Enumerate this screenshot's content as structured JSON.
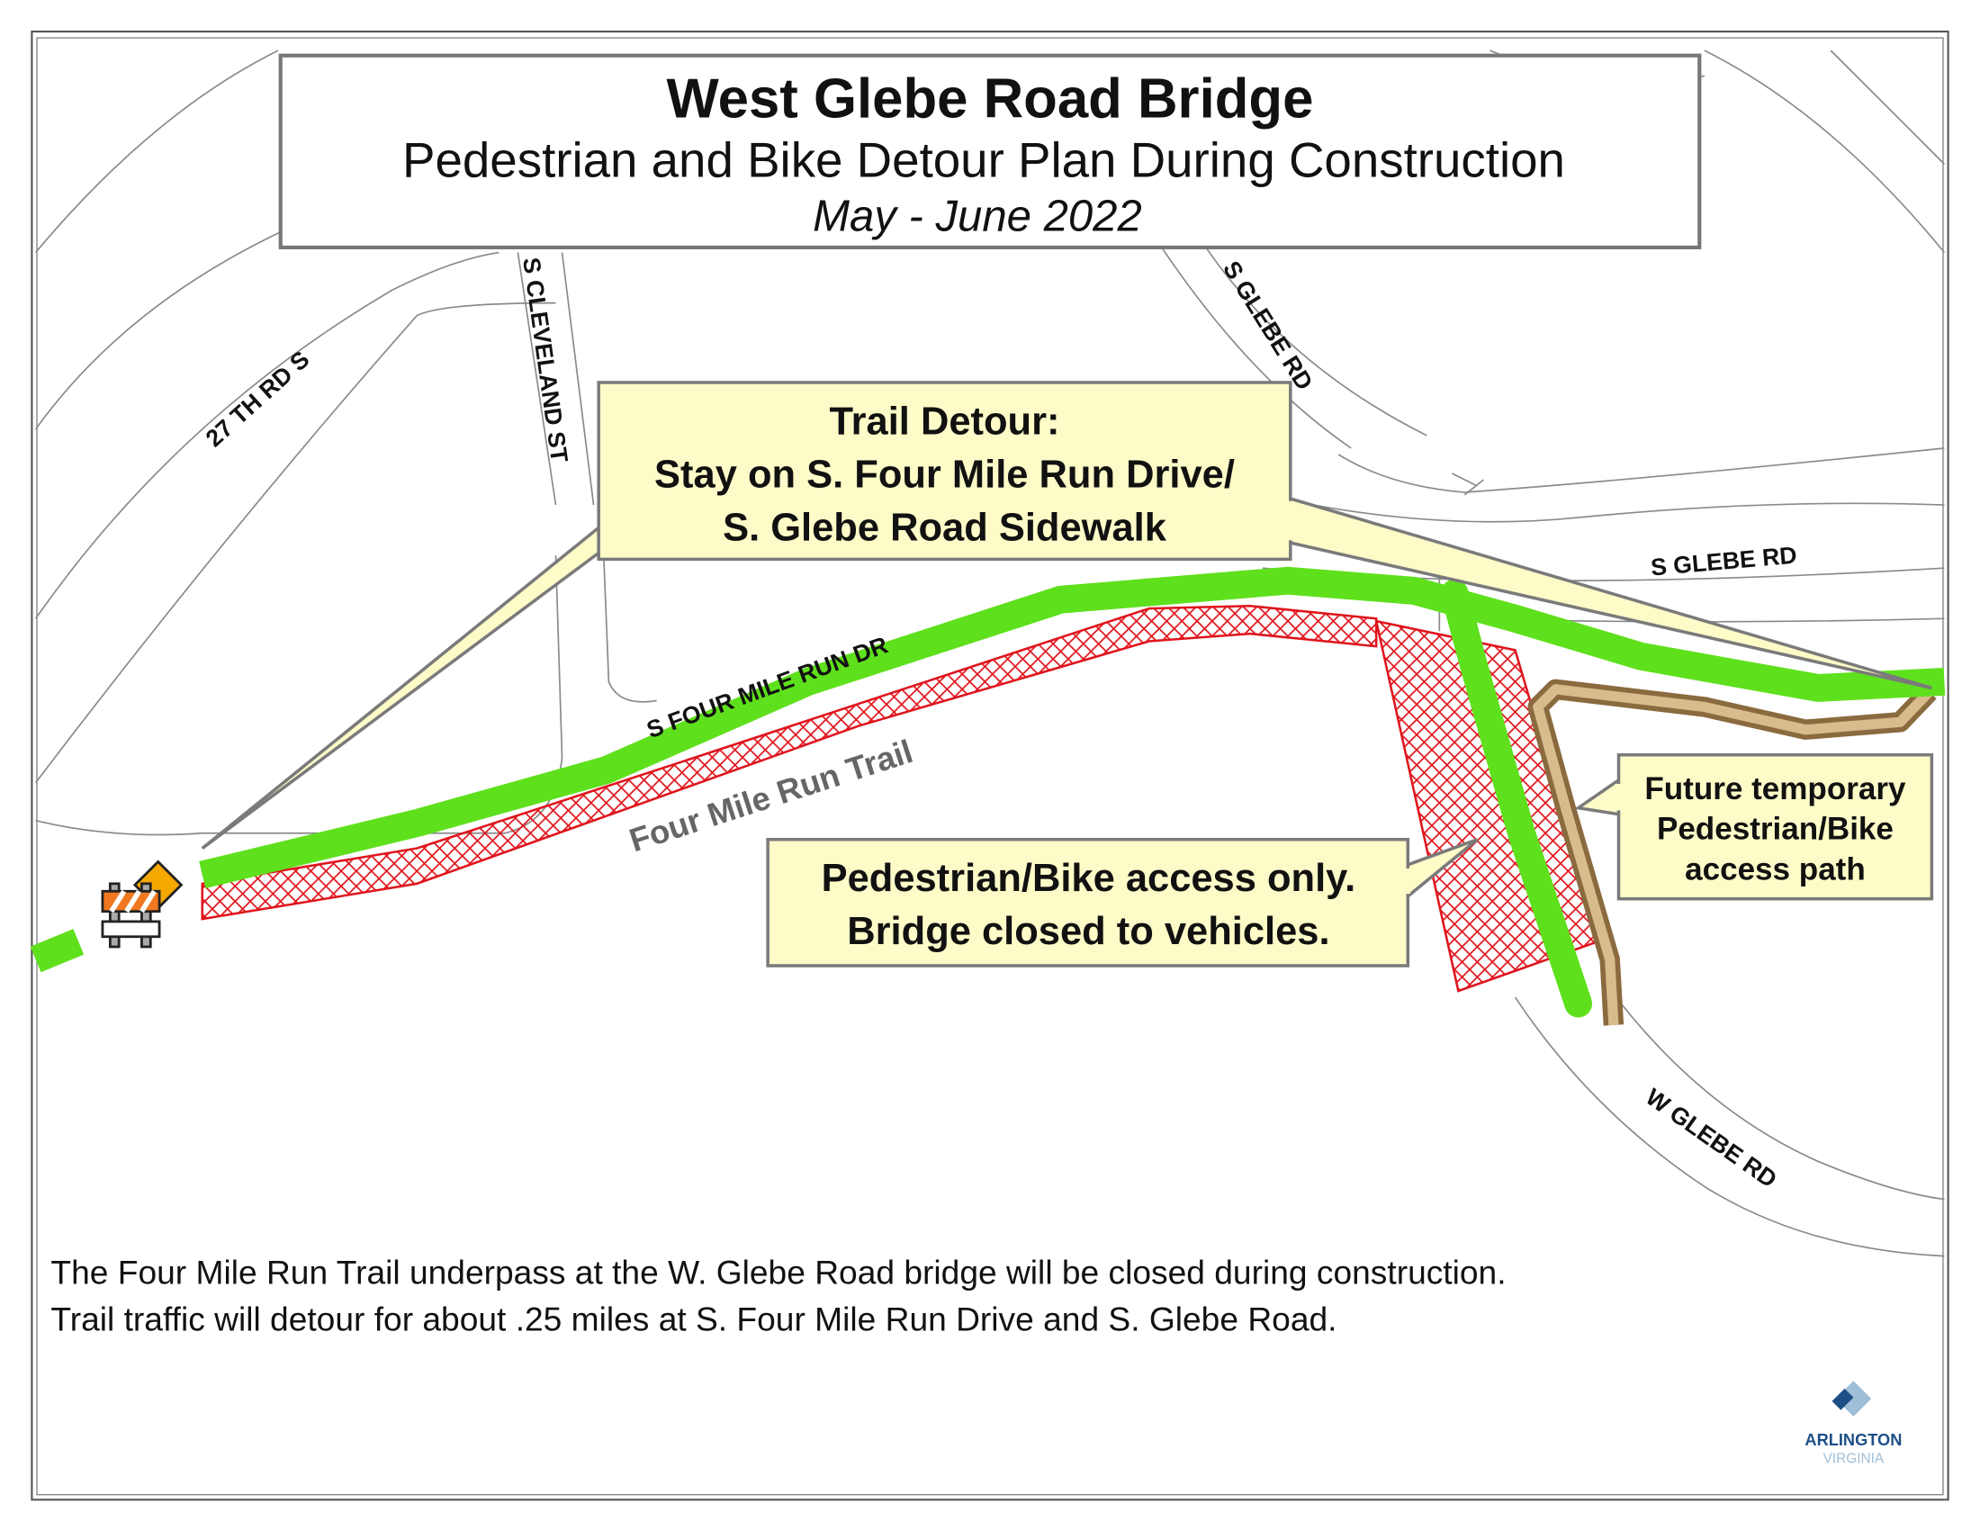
{
  "title": {
    "main": "West Glebe Road Bridge",
    "subtitle": "Pedestrian and Bike Detour Plan During Construction",
    "dates": "May - June 2022"
  },
  "road_labels": {
    "twenty_seventh": "27 TH RD S",
    "cleveland": "S CLEVELAND ST",
    "s_glebe_north": "S GLEBE RD",
    "s_glebe_east": "S GLEBE RD",
    "four_mile_run_dr": "S FOUR MILE RUN DR",
    "trail": "Four Mile Run Trail",
    "w_glebe": "W GLEBE RD"
  },
  "callouts": {
    "detour": [
      "Trail Detour:",
      "Stay on S. Four Mile Run Drive/",
      "S. Glebe Road Sidewalk"
    ],
    "bridge": [
      "Pedestrian/Bike access only.",
      "Bridge closed to vehicles."
    ],
    "future": [
      "Future temporary",
      "Pedestrian/Bike",
      "access path"
    ]
  },
  "footer": [
    "The Four Mile Run Trail underpass at the W. Glebe Road bridge will be closed during construction.",
    "Trail traffic will detour for about .25 miles at S. Four Mile Run Drive and S. Glebe Road."
  ],
  "logo": {
    "name": "ARLINGTON",
    "sub": "VIRGINIA"
  },
  "colors": {
    "detour": "#5fe01c",
    "closed": "#e0141c",
    "future_path": "#c8a878",
    "callout": "#fdfbc8",
    "logo_dark": "#1d4f87",
    "logo_light": "#9fbfd8"
  }
}
